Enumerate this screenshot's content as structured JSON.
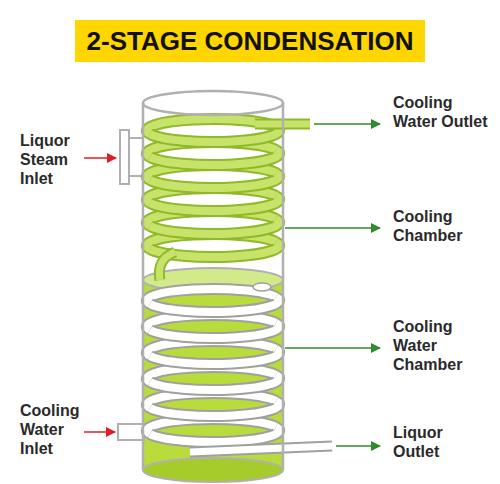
{
  "diagram": {
    "title": "2-STAGE CONDENSATION",
    "labels": [
      "Cooling Water Outlet",
      "Liquor Steam Inlet",
      "Cooling Chamber",
      "Cooling Water Chamber",
      "Cooling Water Inlet",
      "Liquor Outlet"
    ]
  }
}
